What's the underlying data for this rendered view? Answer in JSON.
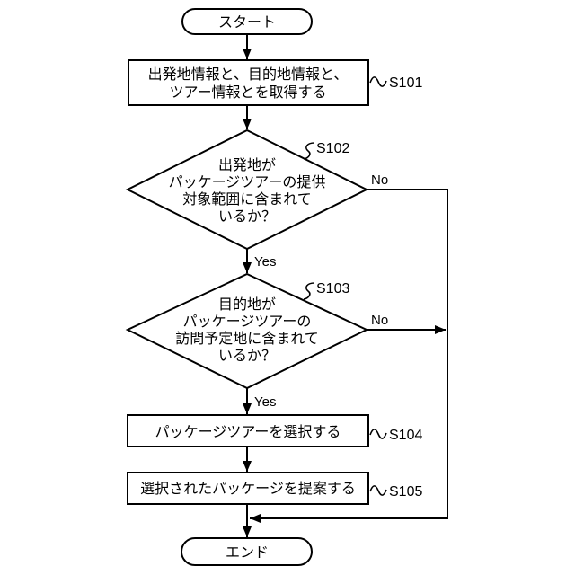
{
  "figure": {
    "type": "flowchart",
    "background_color": "#ffffff",
    "line_color": "#000000",
    "text_color": "#000000"
  },
  "start": {
    "text": "スタート"
  },
  "end": {
    "text": "エンド"
  },
  "steps": {
    "s101": {
      "ref": "S101",
      "lines": [
        "出発地情報と、目的地情報と、",
        "ツアー情報とを取得する"
      ]
    },
    "s102": {
      "ref": "S102",
      "lines": [
        "出発地が",
        "パッケージツアーの提供",
        "対象範囲に含まれて",
        "いるか？"
      ],
      "yes": "Yes",
      "no": "No"
    },
    "s103": {
      "ref": "S103",
      "lines": [
        "目的地が",
        "パッケージツアーの",
        "訪問予定地に含まれて",
        "いるか？"
      ],
      "yes": "Yes",
      "no": "No"
    },
    "s104": {
      "ref": "S104",
      "lines": [
        "パッケージツアーを選択する"
      ]
    },
    "s105": {
      "ref": "S105",
      "lines": [
        "選択されたパッケージを提案する"
      ]
    }
  }
}
